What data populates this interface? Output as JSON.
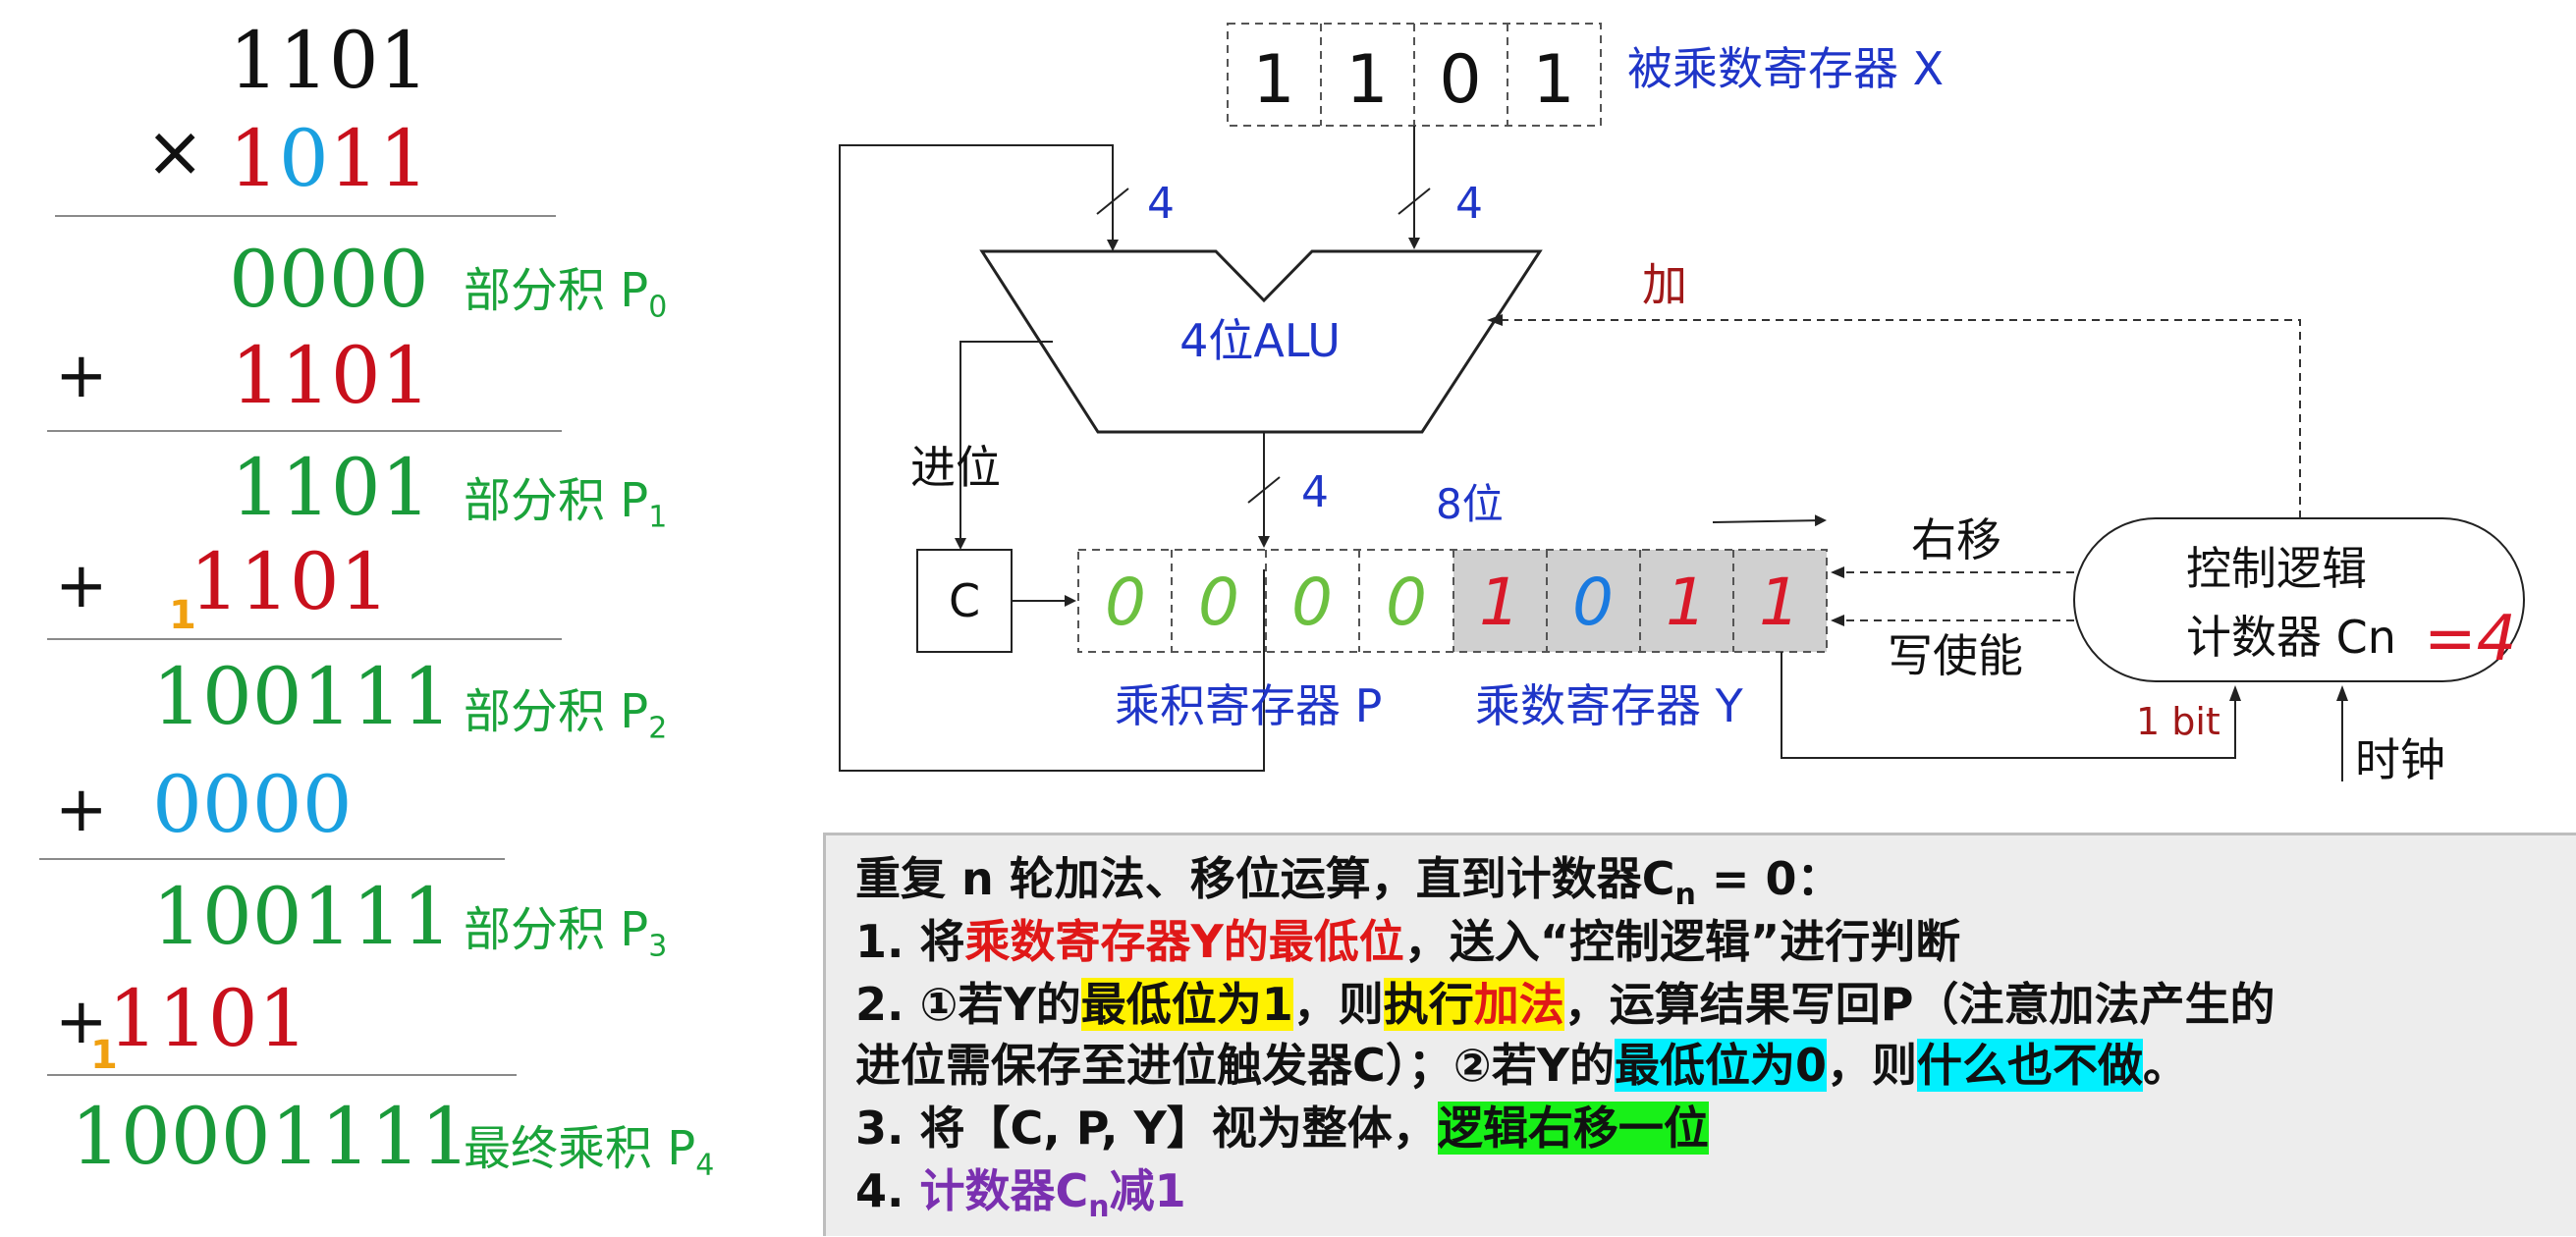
{
  "calc": {
    "multiplicand": "1101",
    "times_sign": "×",
    "multiplier_first": "1",
    "multiplier_second": "0",
    "multiplier_rest": "11",
    "rows": [
      {
        "value": "0000",
        "label": "部分积 P",
        "sub": "0"
      },
      {
        "plus": "+",
        "value": "1101"
      },
      {
        "value": "1101",
        "label": "部分积 P",
        "sub": "1"
      },
      {
        "plus": "+",
        "carry": "1",
        "value": "1101"
      },
      {
        "value": "100111",
        "label": "部分积 P",
        "sub": "2"
      },
      {
        "plus": "+",
        "value": "0000"
      },
      {
        "value": "100111",
        "label": "部分积 P",
        "sub": "3"
      },
      {
        "plus": "+",
        "carry": "1",
        "value": "1101"
      },
      {
        "value": "10001111",
        "label": "最终乘积 P",
        "sub": "4"
      }
    ]
  },
  "diagram": {
    "x_register_label": "被乘数寄存器 X",
    "x_register_bits": [
      "1",
      "1",
      "0",
      "1"
    ],
    "bus_width_left": "4",
    "bus_width_right": "4",
    "bus_width_out": "4",
    "alu_label": "4位ALU",
    "add_label": "加",
    "carry_label": "进位",
    "carry_flag": "C",
    "eight_bit_label": "8位",
    "p_bits": [
      "0",
      "0",
      "0",
      "0"
    ],
    "y_bits": [
      "1",
      "0",
      "1",
      "1"
    ],
    "p_register_label": "乘积寄存器 P",
    "y_register_label": "乘数寄存器 Y",
    "shift_right_label": "右移",
    "write_enable_label": "写使能",
    "control_line1": "控制逻辑",
    "control_line2": "计数器 Cn",
    "counter_value": "=4",
    "one_bit_label": "1 bit",
    "clock_label": "时钟",
    "colors": {
      "diagram_blue": "#1f35c8",
      "handwriting_green": "#6cc040",
      "handwriting_red": "#d81828",
      "handwriting_blue": "#1a7ae0",
      "register_fill": "#d0d0d0",
      "add_red": "#a01818"
    }
  },
  "steps": {
    "line0_a": "重复 n 轮加法、移位运算，直到计数器C",
    "line0_sub": "n",
    "line0_b": " = 0：",
    "line1_a": "1. 将",
    "line1_red": "乘数寄存器Y的最低位",
    "line1_b": "，送入“控制逻辑”进行判断",
    "line2_a": "2. ①若Y的",
    "line2_y1": "最低位为1",
    "line2_b": "，则",
    "line2_y2": "执行",
    "line2_y3": "加法",
    "line2_c": "，运算结果写回P（注意加法产生的",
    "line3_a": "进位需保存至进位触发器C）；②若Y的",
    "line3_c1": "最低位为0",
    "line3_b": "，则",
    "line3_c2": "什么也不做",
    "line3_c": "。",
    "line4_a": "3. 将【C, P, Y】视为整体，",
    "line4_g": "逻辑右移一位",
    "line5_a": "4. ",
    "line5_p": "计数器C",
    "line5_sub": "n",
    "line5_b": "减1"
  }
}
